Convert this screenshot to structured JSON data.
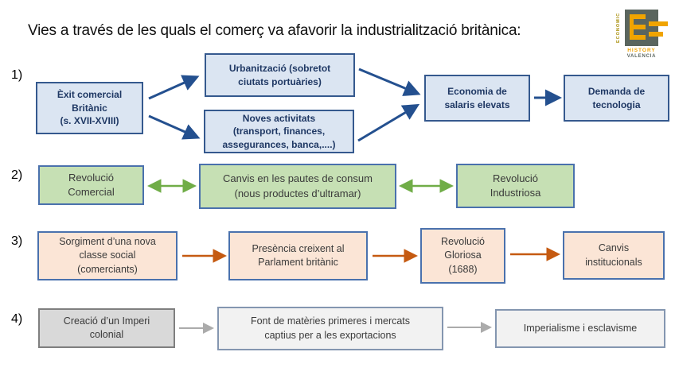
{
  "slide": {
    "title": "Vies a través de les quals el comerç va afavorir la industrialització britànica:"
  },
  "logo": {
    "vertical_text": "ECONOMIC",
    "history": "HISTORY",
    "valencia": "VALENCIA",
    "accent_color": "#f0a400",
    "square_color": "#5a655e"
  },
  "colors": {
    "row1_fill": "#dbe5f2",
    "row1_border": "#35598e",
    "row1_text": "#1f3864",
    "row1_arrow": "#24508f",
    "row2_fill": "#c6e0b4",
    "row2_border": "#4a71ad",
    "row2_arrow": "#70ad47",
    "row3_fill": "#fbe5d6",
    "row3_border": "#4a71ad",
    "row3_arrow": "#c55a11",
    "row4_fill_dark": "#d9d9d9",
    "row4_border_dark": "#7f7f7f",
    "row4_fill_light": "#f2f2f2",
    "row4_border_light": "#8496b0",
    "row4_arrow": "#ababab",
    "body_text": "#3a3a3a"
  },
  "rows": {
    "r1": {
      "label": "1)",
      "exit_comercial": [
        "Èxit comercial",
        "Britànic",
        "(s. XVII-XVIII)"
      ],
      "urbanitzacio": [
        "Urbanització (sobretot",
        "ciutats portuàries)"
      ],
      "noves_activitats": [
        "Noves activitats",
        "(transport, finances,",
        "assegurances, banca,....)"
      ],
      "economia": [
        "Economia de",
        "salaris elevats"
      ],
      "demanda": [
        "Demanda de",
        "tecnologia"
      ]
    },
    "r2": {
      "label": "2)",
      "revolucio_comercial": [
        "Revolució",
        "Comercial"
      ],
      "canvis_pautes": [
        "Canvis en les pautes de consum",
        "(nous productes d’ultramar)"
      ],
      "revolucio_industriosa": [
        "Revolució",
        "Industriosa"
      ]
    },
    "r3": {
      "label": "3)",
      "sorgiment": [
        "Sorgiment d’una nova",
        "classe social",
        "(comerciants)"
      ],
      "presencia": [
        "Presència creixent al",
        "Parlament britànic"
      ],
      "gloriosa": [
        "Revolució",
        "Gloriosa",
        "(1688)"
      ],
      "canvis_institucionals": [
        "Canvis",
        "institucionals"
      ]
    },
    "r4": {
      "label": "4)",
      "imperi": [
        "Creació d’un Imperi",
        "colonial"
      ],
      "font_materies": [
        "Font de matèries primeres i mercats",
        "captius per a les exportacions"
      ],
      "imperialisme": [
        "Imperialisme i esclavisme"
      ]
    }
  }
}
